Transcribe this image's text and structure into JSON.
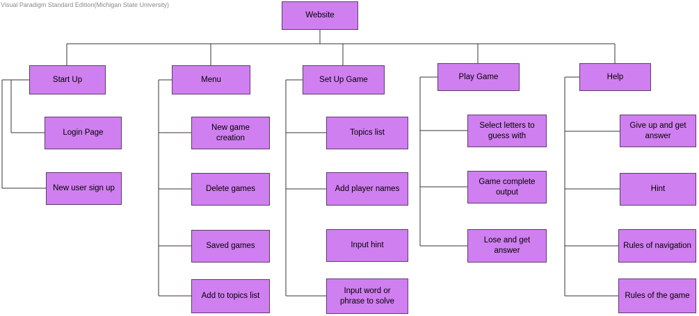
{
  "watermark": "Visual Paradigm Standard Edition(Michigan State University)",
  "diagram": {
    "root": "Website",
    "branches": [
      {
        "label": "Start Up",
        "children": [
          "Login Page",
          "New user sign up"
        ]
      },
      {
        "label": "Menu",
        "children": [
          "New game creation",
          "Delete games",
          "Saved games",
          "Add to topics list"
        ]
      },
      {
        "label": "Set Up Game",
        "children": [
          "Topics list",
          "Add player names",
          "Input hint",
          "Input word or phrase to solve"
        ]
      },
      {
        "label": "Play Game",
        "children": [
          "Select letters to guess with",
          "Game complete output",
          "Lose and get answer"
        ]
      },
      {
        "label": "Help",
        "children": [
          "Give up and get answer",
          "Hint",
          "Rules of navigation",
          "Rules of the game"
        ]
      }
    ]
  },
  "colors": {
    "node_fill": "#d07ff0",
    "node_border": "#5a3a6a",
    "line": "#333333"
  }
}
